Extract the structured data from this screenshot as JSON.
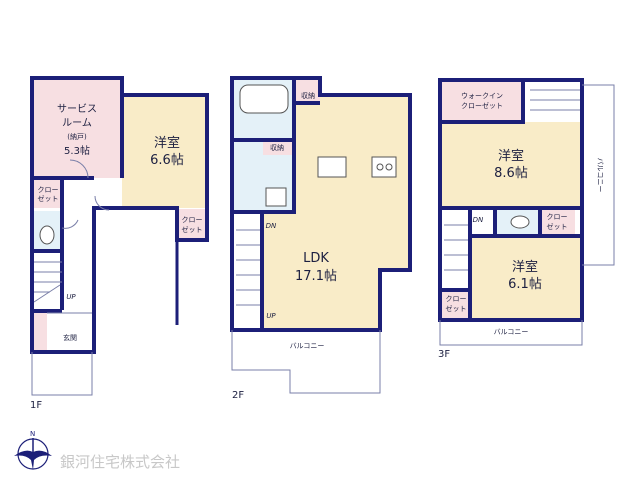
{
  "floors": {
    "f1": {
      "label": "1F",
      "service_room": {
        "line1": "サービス",
        "line2": "ルーム",
        "line3": "(納戸)",
        "size": "5.3帖"
      },
      "western_room": {
        "name": "洋室",
        "size": "6.6帖"
      },
      "closet_a": {
        "line1": "クロー",
        "line2": "ゼット"
      },
      "closet_b": {
        "line1": "クロー",
        "line2": "ゼット"
      },
      "stairs_label": "UP",
      "entrance": "玄関"
    },
    "f2": {
      "label": "2F",
      "ldk": {
        "name": "LDK",
        "size": "17.1帖"
      },
      "storage_a": "収納",
      "storage_b": "収納",
      "stairs_down": "DN",
      "stairs_up": "UP",
      "balcony": "バルコニー"
    },
    "f3": {
      "label": "3F",
      "walk_in_closet": {
        "line1": "ウォークイン",
        "line2": "クローゼット"
      },
      "room_a": {
        "name": "洋室",
        "size": "8.6帖"
      },
      "room_b": {
        "name": "洋室",
        "size": "6.1帖"
      },
      "closet_a": {
        "line1": "クロー",
        "line2": "ゼット"
      },
      "closet_b": {
        "line1": "クロー",
        "line2": "ゼット"
      },
      "stairs_down": "DN",
      "balcony_bottom": "バルコニー",
      "balcony_side": "バルコニー"
    }
  },
  "company": {
    "name": "銀河住宅株式会社",
    "compass_letter": "N"
  },
  "colors": {
    "wall": "#1c1f78",
    "pink": "#f7dfe2",
    "yellow": "#f9ecc8",
    "blue": "#e4f1f8"
  }
}
